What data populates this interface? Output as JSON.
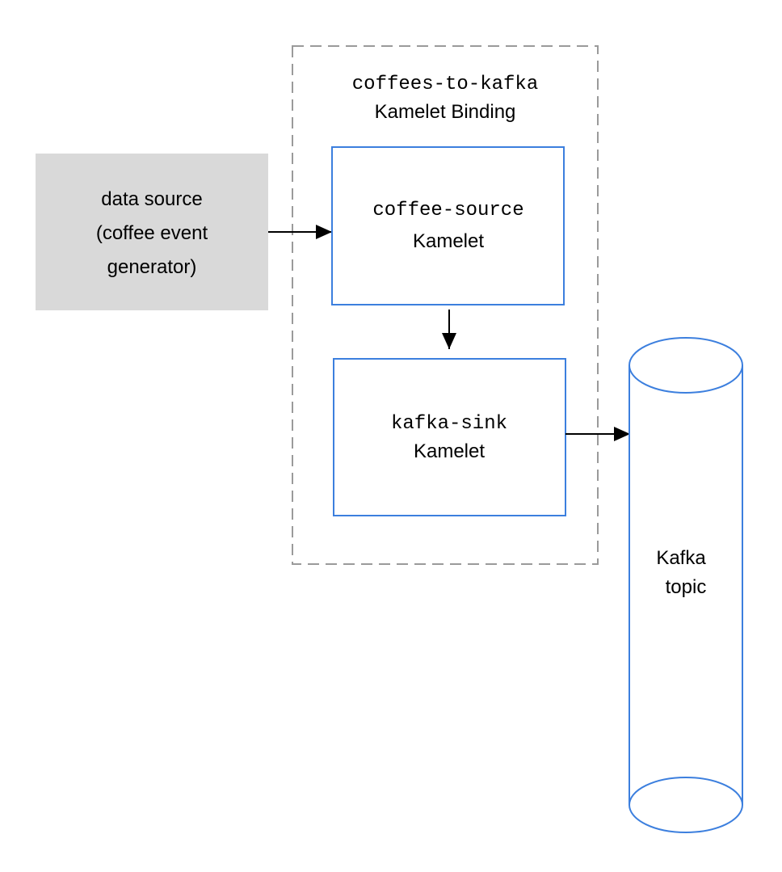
{
  "binding": {
    "name": "coffees-to-kafka",
    "kind": "Kamelet Binding"
  },
  "data_source": {
    "line1": "data source",
    "line2": "(coffee event",
    "line3": "generator)"
  },
  "source_kamelet": {
    "name": "coffee-source",
    "kind": "Kamelet"
  },
  "sink_kamelet": {
    "name": "kafka-sink",
    "kind": "Kamelet"
  },
  "kafka_topic": {
    "line1": "Kafka",
    "line2": "topic"
  },
  "colors": {
    "blue": "#3c7fde",
    "gray_box": "#d9d9d9",
    "dashed": "#9a9a9a",
    "arrow": "#000000"
  }
}
